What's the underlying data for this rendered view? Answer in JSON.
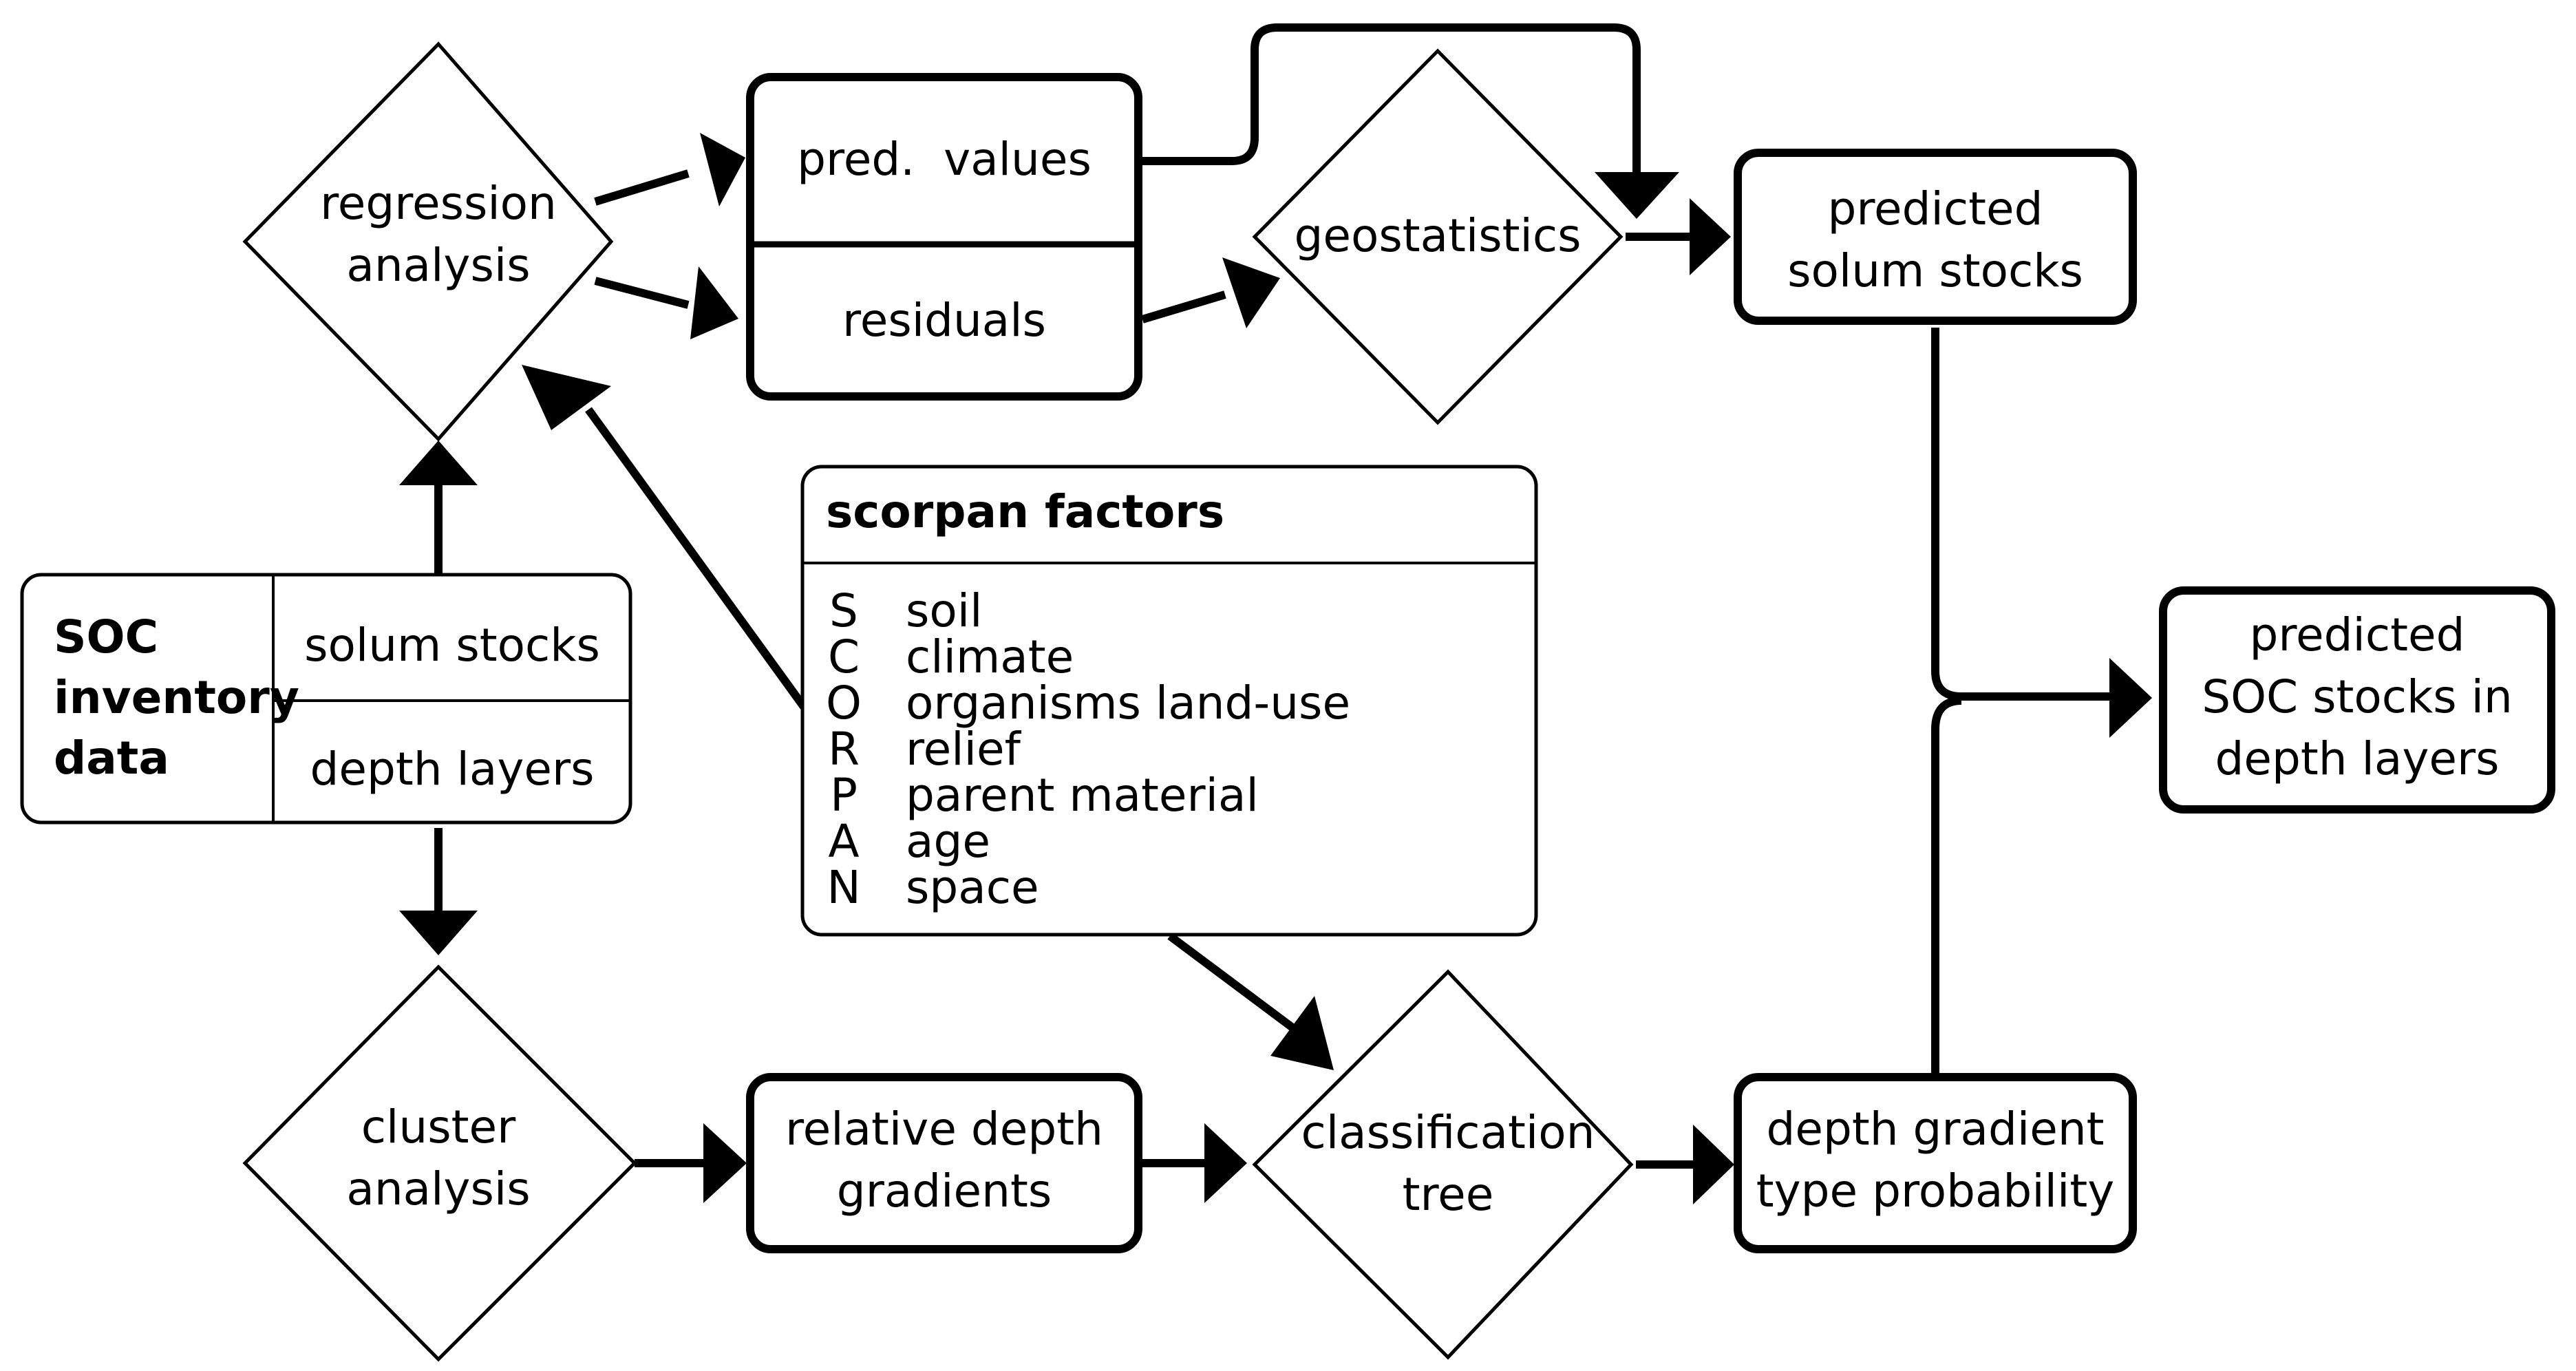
{
  "nodes": {
    "soc_inventory": {
      "title_lines": [
        "SOC",
        "inventory",
        "data"
      ],
      "rows": [
        "solum stocks",
        "depth layers"
      ]
    },
    "regression": {
      "lines": [
        "regression",
        "analysis"
      ]
    },
    "pred_residuals": {
      "rows": [
        "pred.  values",
        "residuals"
      ]
    },
    "geostatistics": {
      "lines": [
        "geostatistics"
      ]
    },
    "predicted_solum": {
      "lines": [
        "predicted",
        "solum stocks"
      ]
    },
    "scorpan": {
      "title": "scorpan factors",
      "letters": [
        "S",
        "C",
        "O",
        "R",
        "P",
        "A",
        "N"
      ],
      "factors": [
        "soil",
        "climate",
        "organisms land-use",
        "relief",
        "parent material",
        "age",
        "space"
      ]
    },
    "cluster": {
      "lines": [
        "cluster",
        "analysis"
      ]
    },
    "relative_depth": {
      "lines": [
        "relative depth",
        "gradients"
      ]
    },
    "classification": {
      "lines": [
        "classification",
        "tree"
      ]
    },
    "depth_gradient": {
      "lines": [
        "depth gradient",
        "type probability"
      ]
    },
    "predicted_soc": {
      "lines": [
        "predicted",
        "SOC stocks in",
        "depth layers"
      ]
    }
  },
  "edges": [
    "regression-analysis → pred. values",
    "regression-analysis → residuals",
    "residuals → geostatistics",
    "pred. values → predicted solum stocks",
    "geostatistics → predicted solum stocks",
    "SOC inventory data → regression analysis",
    "SOC inventory data → cluster analysis",
    "scorpan factors → regression analysis",
    "scorpan factors → classification tree",
    "cluster analysis → relative depth gradients",
    "relative depth gradients → classification tree",
    "classification tree → depth gradient type probability",
    "predicted solum stocks → predicted SOC stocks in depth layers",
    "depth gradient type probability → predicted SOC stocks in depth layers"
  ]
}
